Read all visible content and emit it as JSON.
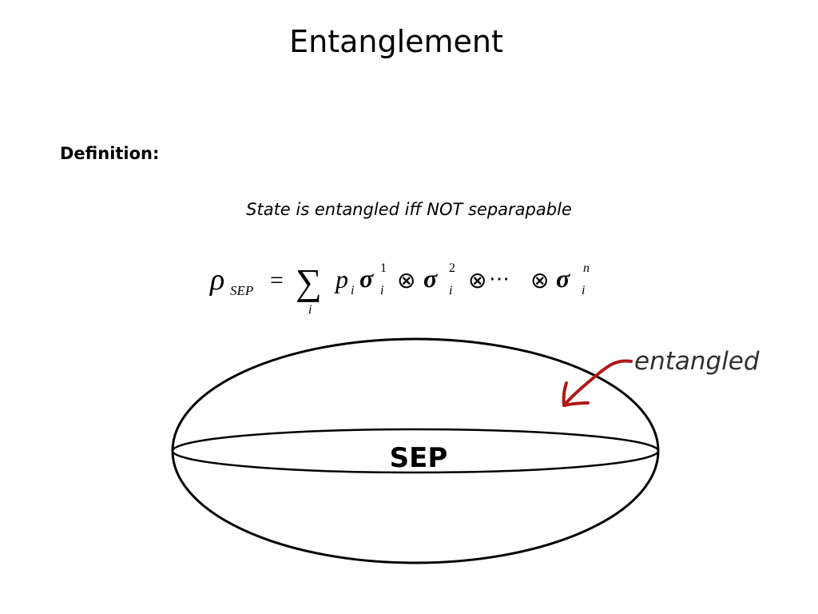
{
  "slide": {
    "title": "Entanglement",
    "definition_label": "Definition:",
    "statement": "State is entangled iff NOT separapable"
  },
  "formula": {
    "rho": "ρ",
    "rho_subscript": "SEP",
    "equals": "=",
    "sum": "∑",
    "sum_index": "i",
    "p": "p",
    "p_subscript": "i",
    "sigma": "σ",
    "tensor": "⊗",
    "dots": "⋯",
    "terms": [
      {
        "superscript": "1",
        "subscript": "i"
      },
      {
        "superscript": "2",
        "subscript": "i"
      },
      {
        "superscript": "n",
        "subscript": "i"
      }
    ]
  },
  "diagram": {
    "sep_label": "SEP",
    "annotation_label": "entangled",
    "annotation_color": "#b01818"
  }
}
